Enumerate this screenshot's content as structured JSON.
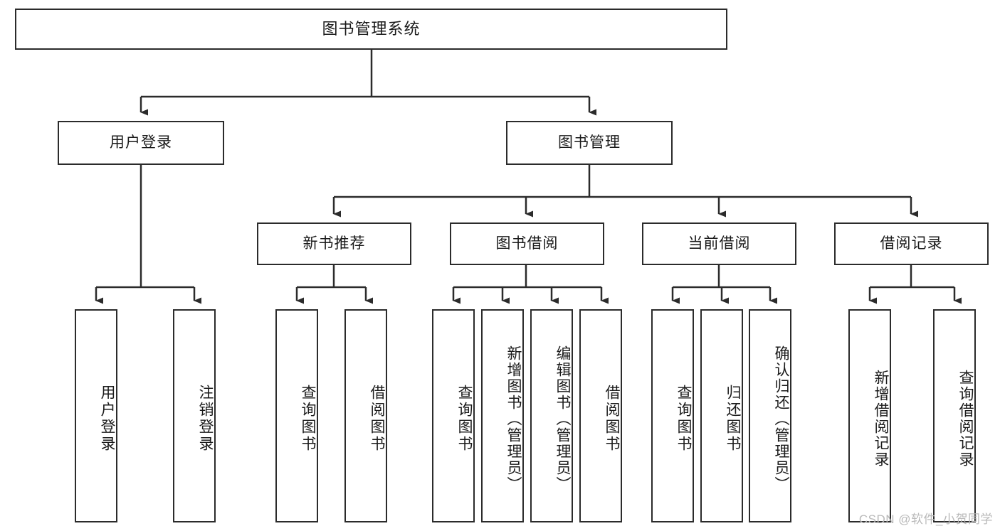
{
  "diagram": {
    "title_text": "图书管理系统",
    "type": "tree-hierarchy-flowchart",
    "colors": {
      "box_border": "#2b2b2b",
      "box_fill": "#ffffff",
      "connector": "#2b2b2b",
      "text": "#1a1a1a",
      "watermark": "#b9b9b9",
      "background": "#ffffff"
    },
    "root": {
      "label": "图书管理系统"
    },
    "level2": [
      {
        "label": "用户登录"
      },
      {
        "label": "图书管理"
      }
    ],
    "level3": [
      {
        "label": "新书推荐"
      },
      {
        "label": "图书借阅"
      },
      {
        "label": "当前借阅"
      },
      {
        "label": "借阅记录"
      }
    ],
    "leaves": {
      "user_login": [
        {
          "label": "用户登录"
        },
        {
          "label": "注销登录"
        }
      ],
      "new_book_recommend": [
        {
          "label": "查询图书"
        },
        {
          "label": "借阅图书"
        }
      ],
      "book_borrow": [
        {
          "label": "查询图书"
        },
        {
          "label": "新增图书（管理员）"
        },
        {
          "label": "编辑图书（管理员）"
        },
        {
          "label": "借阅图书"
        }
      ],
      "current_borrow": [
        {
          "label": "查询图书"
        },
        {
          "label": "归还图书"
        },
        {
          "label": "确认归还（管理员）"
        }
      ],
      "borrow_record": [
        {
          "label": "新增借阅记录"
        },
        {
          "label": "查询借阅记录"
        }
      ]
    }
  },
  "watermark": {
    "text": "CSDN @软件_小贺同学"
  }
}
